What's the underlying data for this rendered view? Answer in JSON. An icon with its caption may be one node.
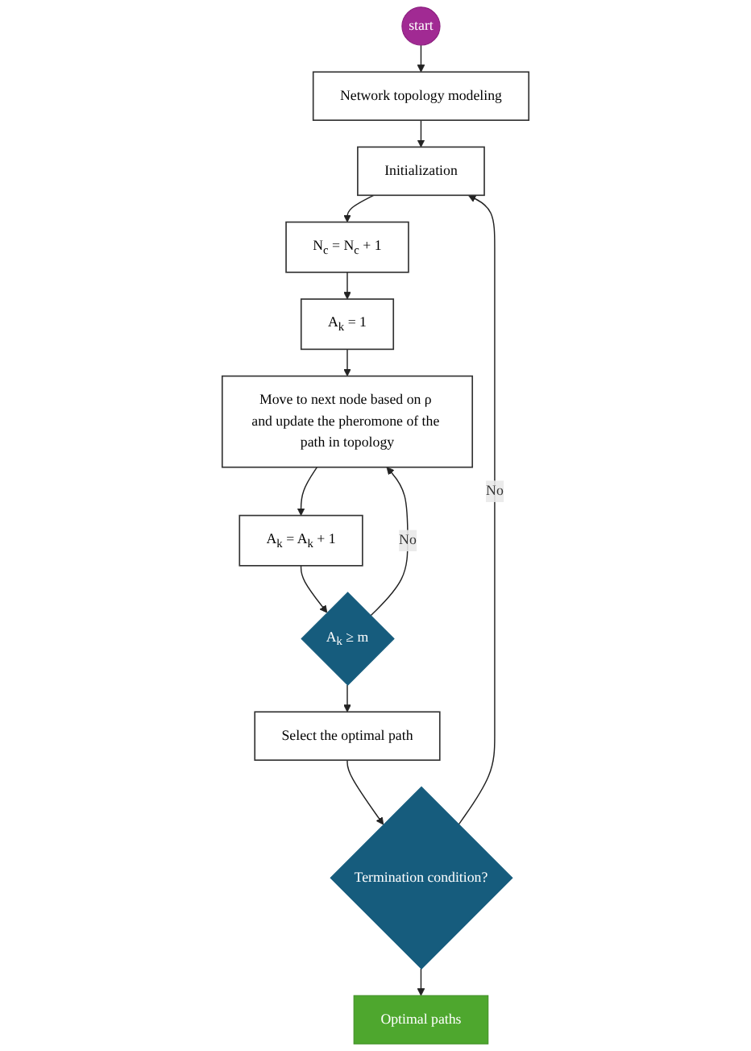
{
  "diagram": {
    "nodes": [
      {
        "text": [
          "start"
        ]
      },
      {
        "text": [
          "Network topology modeling"
        ]
      },
      {
        "text": [
          "Initialization"
        ]
      },
      {
        "text": [
          "N$_{c}$ = N$_{c}$ + 1"
        ]
      },
      {
        "text": [
          "A$_{k}$ = 1"
        ]
      },
      {
        "text": [
          "Move to next node based on ρ and update the pheromone of the path in topology"
        ]
      },
      {
        "text": [
          "A$_{k}$ = A$_{k}$ + 1"
        ]
      },
      {
        "text": [
          "A$_{k}$ ≥ m"
        ]
      },
      {
        "text": [
          "Select the optimal path"
        ]
      },
      {
        "text": [
          "Termination condition?"
        ]
      },
      {
        "text": [
          "Optimal paths"
        ]
      }
    ],
    "edges": [
      {
        "from": 0,
        "to": 1,
        "arrow": "to"
      },
      {
        "from": 1,
        "to": 2,
        "arrow": "to"
      },
      {
        "from": 2,
        "to": 3,
        "arrow": "to"
      },
      {
        "from": 3,
        "to": 4,
        "arrow": "to"
      },
      {
        "from": 4,
        "to": 5,
        "arrow": "to"
      },
      {
        "from": 5,
        "to": 6,
        "arrow": "to"
      },
      {
        "from": 6,
        "to": 7,
        "arrow": "to"
      },
      {
        "from": 7,
        "to": 5,
        "arrow": "to",
        "label": "No"
      },
      {
        "from": 7,
        "to": 8,
        "arrow": "to"
      },
      {
        "from": 8,
        "to": 9,
        "arrow": "to"
      },
      {
        "from": 9,
        "to": 2,
        "arrow": "to",
        "label": "No"
      },
      {
        "from": 9,
        "to": 10,
        "arrow": "to"
      }
    ]
  }
}
